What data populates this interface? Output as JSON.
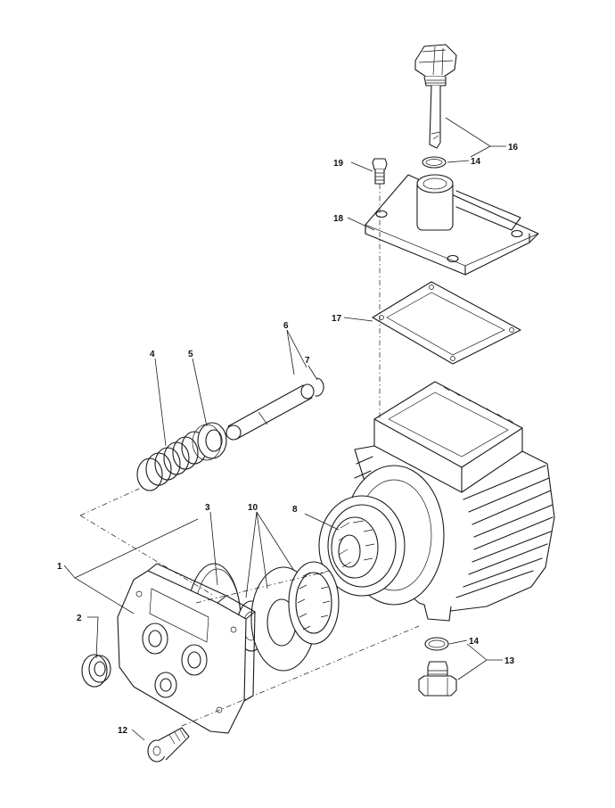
{
  "callouts": [
    {
      "id": "c1",
      "label": "1"
    },
    {
      "id": "c2",
      "label": "2"
    },
    {
      "id": "c3",
      "label": "3"
    },
    {
      "id": "c4",
      "label": "4"
    },
    {
      "id": "c5",
      "label": "5"
    },
    {
      "id": "c6",
      "label": "6"
    },
    {
      "id": "c7",
      "label": "7"
    },
    {
      "id": "c8",
      "label": "8"
    },
    {
      "id": "c10",
      "label": "10"
    },
    {
      "id": "c12",
      "label": "12"
    },
    {
      "id": "c13",
      "label": "13"
    },
    {
      "id": "c14a",
      "label": "14"
    },
    {
      "id": "c14b",
      "label": "14"
    },
    {
      "id": "c16",
      "label": "16"
    },
    {
      "id": "c17",
      "label": "17"
    },
    {
      "id": "c18",
      "label": "18"
    },
    {
      "id": "c19",
      "label": "19"
    }
  ]
}
